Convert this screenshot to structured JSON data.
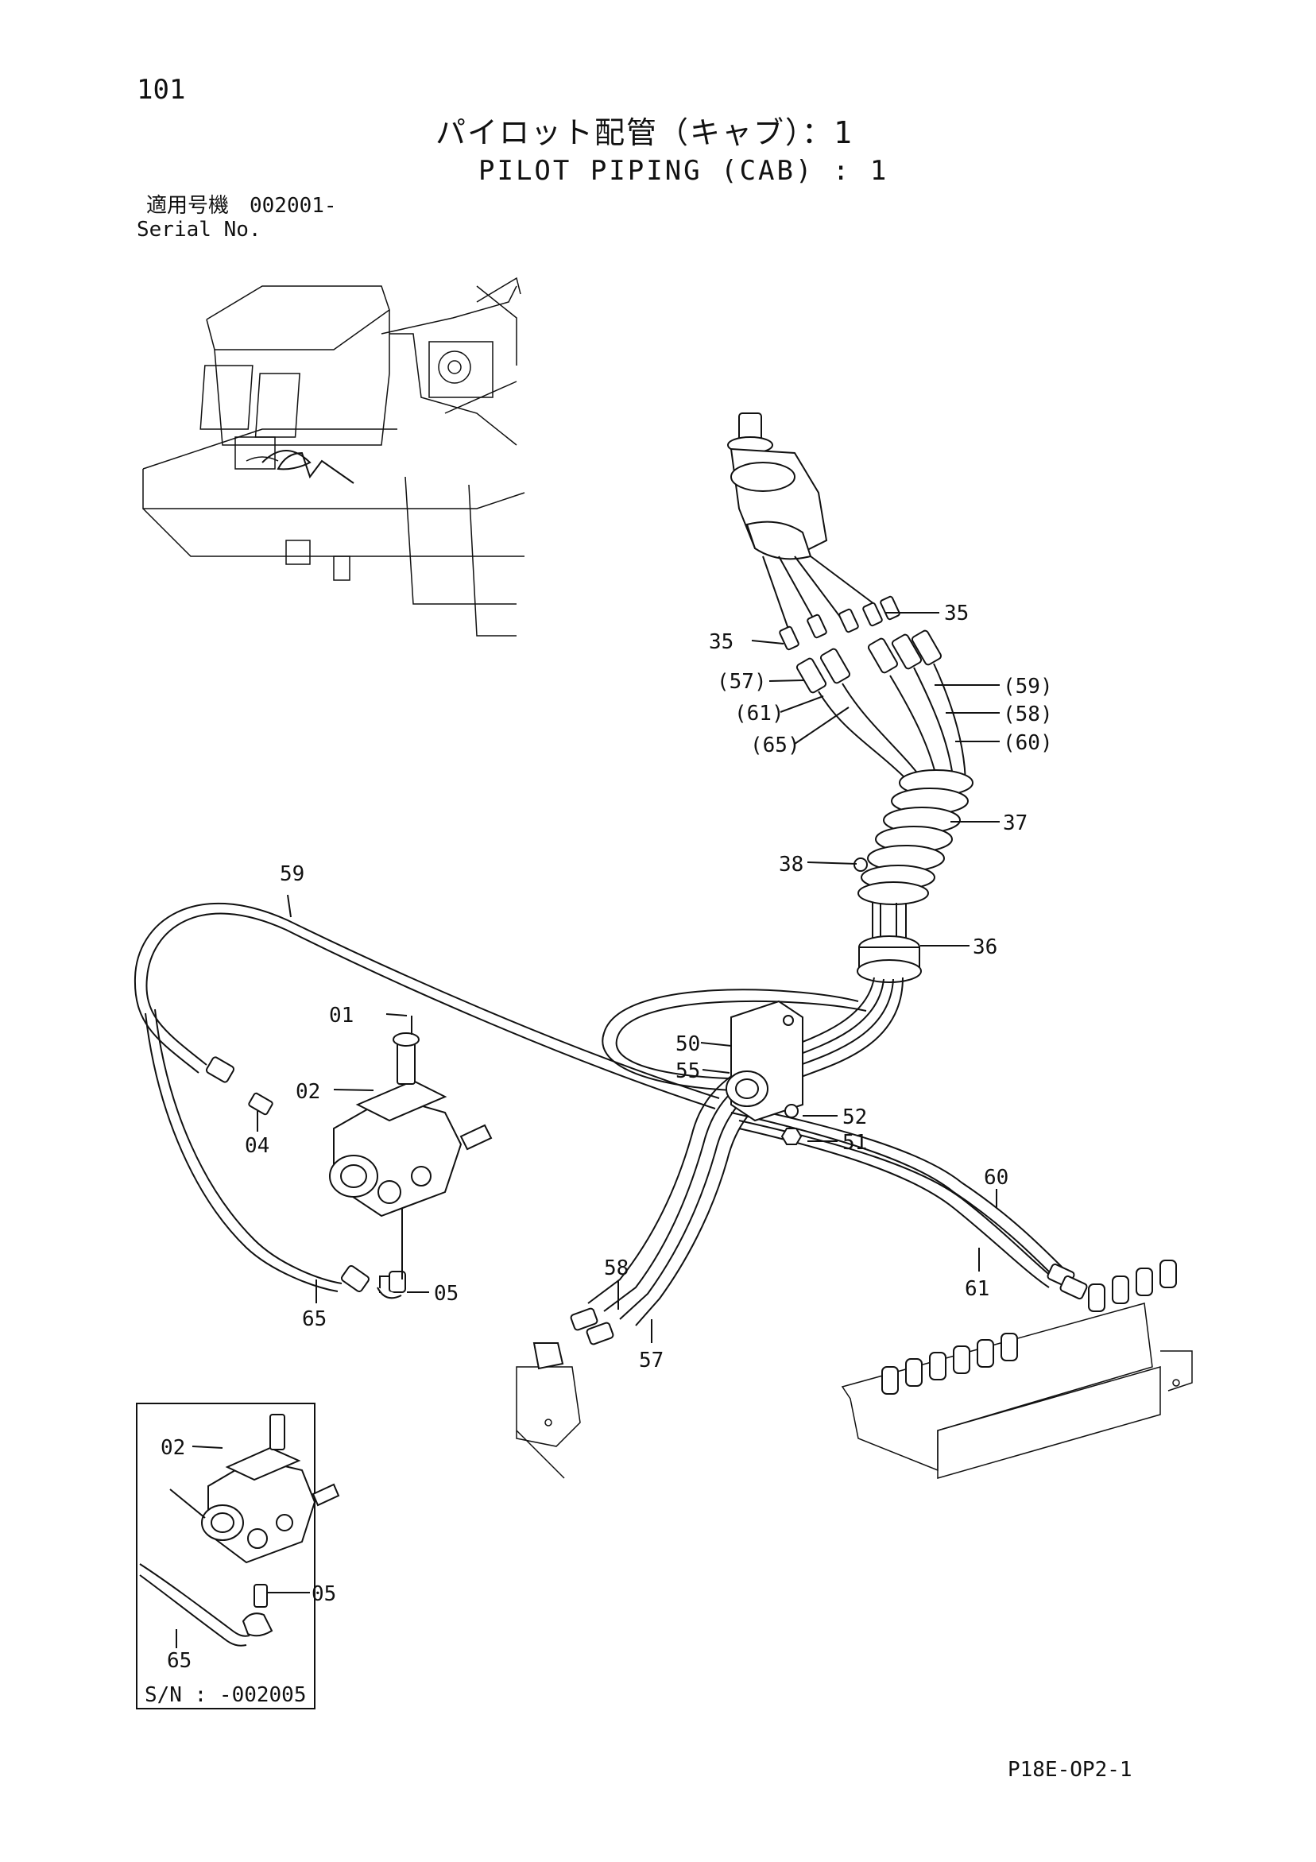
{
  "header": {
    "page_number": "101",
    "title_jp": "パイロット配管（キャブ）：1",
    "title_en": "PILOT PIPING (CAB) : 1",
    "serial_label_jp": "適用号機　002001-",
    "serial_label_en": "Serial No."
  },
  "callouts": {
    "c35a": "35",
    "c35b": "35",
    "c57p": "(57)",
    "c61p": "(61)",
    "c65p": "(65)",
    "c59p": "(59)",
    "c58p": "(58)",
    "c60p": "(60)",
    "c37": "37",
    "c38": "38",
    "c36": "36",
    "c59": "59",
    "c01": "01",
    "c02": "02",
    "c04": "04",
    "c50": "50",
    "c55": "55",
    "c52": "52",
    "c51": "51",
    "c60": "60",
    "c61": "61",
    "c58": "58",
    "c57": "57",
    "c65": "65",
    "c05": "05"
  },
  "inset": {
    "c02": "02",
    "c05": "05",
    "c65": "65",
    "note": "S/N : -002005"
  },
  "footer": {
    "doc_code": "P18E-OP2-1"
  }
}
